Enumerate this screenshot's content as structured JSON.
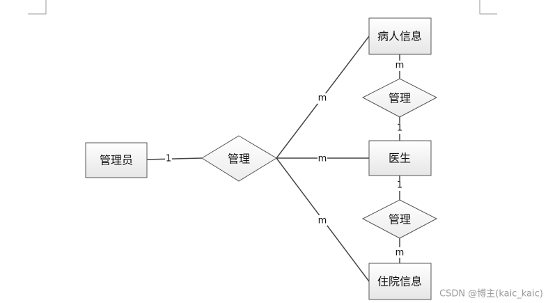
{
  "diagram": {
    "entities": [
      {
        "id": "admin",
        "label": "管理员"
      },
      {
        "id": "patient",
        "label": "病人信息"
      },
      {
        "id": "doctor",
        "label": "医生"
      },
      {
        "id": "hospital",
        "label": "住院信息"
      }
    ],
    "relationships": [
      {
        "id": "rel_main",
        "label": "管理"
      },
      {
        "id": "rel_top",
        "label": "管理"
      },
      {
        "id": "rel_bottom",
        "label": "管理"
      }
    ],
    "cardinalities": {
      "admin_main": "1",
      "main_patient": "m",
      "main_doctor": "m",
      "main_hospital": "m",
      "patient_top": "m",
      "top_doctor": "1",
      "doctor_bottom": "1",
      "bottom_hospital": "m"
    }
  },
  "watermark": "CSDN @博主(kaic_kaic)",
  "colors": {
    "line": "#444444",
    "box_stroke": "#555555",
    "box_fill_top": "#ffffff",
    "box_fill_bottom": "#e9e9e9"
  }
}
